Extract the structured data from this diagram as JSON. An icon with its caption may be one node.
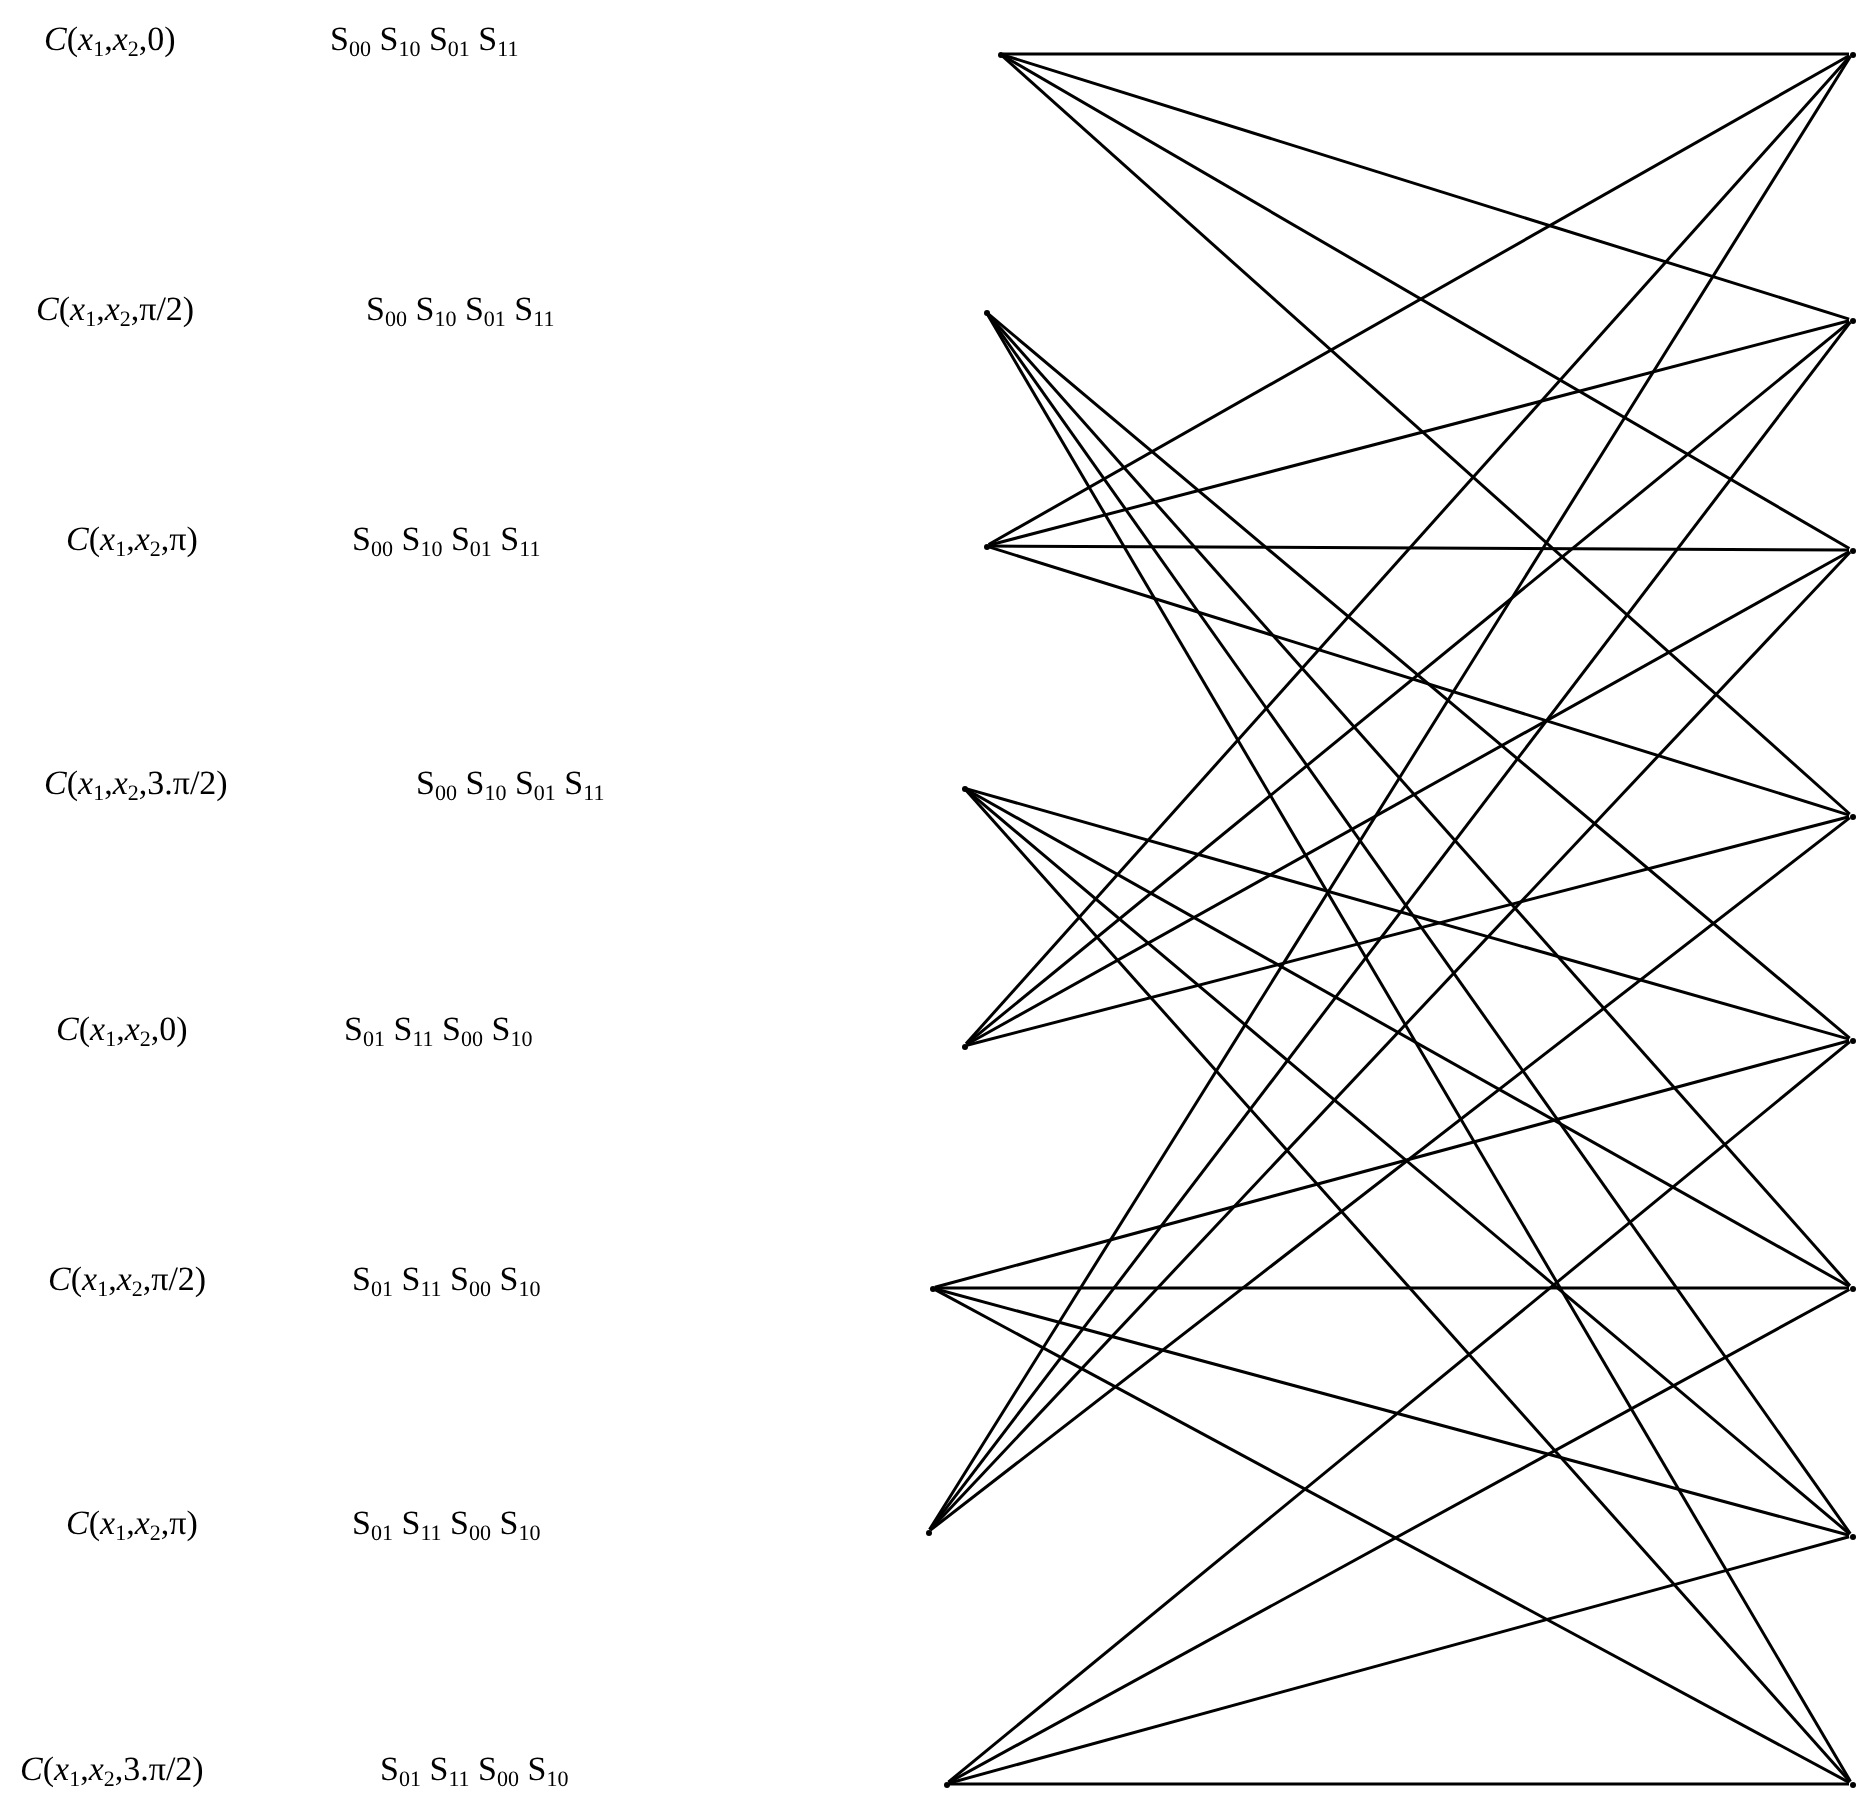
{
  "diagram": {
    "nodes": [
      {
        "text": [],
        "shape": "point"
      },
      {
        "text": [],
        "shape": "point"
      },
      {
        "text": [],
        "shape": "point"
      },
      {
        "text": [],
        "shape": "point"
      },
      {
        "text": [],
        "shape": "point"
      },
      {
        "text": [],
        "shape": "point"
      },
      {
        "text": [],
        "shape": "point"
      },
      {
        "text": [],
        "shape": "point"
      },
      {
        "text": [],
        "shape": "point"
      },
      {
        "text": [],
        "shape": "point"
      },
      {
        "text": [],
        "shape": "point"
      },
      {
        "text": [],
        "shape": "point"
      },
      {
        "text": [],
        "shape": "point"
      },
      {
        "text": [],
        "shape": "point"
      },
      {
        "text": [],
        "shape": "point"
      },
      {
        "text": [],
        "shape": "point"
      }
    ],
    "edges": [
      {
        "from": 0,
        "to": 8,
        "arrow": "none"
      },
      {
        "from": 0,
        "to": 9,
        "arrow": "none"
      },
      {
        "from": 0,
        "to": 10,
        "arrow": "none"
      },
      {
        "from": 0,
        "to": 11,
        "arrow": "none"
      },
      {
        "from": 1,
        "to": 12,
        "arrow": "none"
      },
      {
        "from": 1,
        "to": 13,
        "arrow": "none"
      },
      {
        "from": 1,
        "to": 14,
        "arrow": "none"
      },
      {
        "from": 1,
        "to": 15,
        "arrow": "none"
      },
      {
        "from": 2,
        "to": 8,
        "arrow": "none"
      },
      {
        "from": 2,
        "to": 9,
        "arrow": "none"
      },
      {
        "from": 2,
        "to": 10,
        "arrow": "none"
      },
      {
        "from": 2,
        "to": 11,
        "arrow": "none"
      },
      {
        "from": 3,
        "to": 12,
        "arrow": "none"
      },
      {
        "from": 3,
        "to": 13,
        "arrow": "none"
      },
      {
        "from": 3,
        "to": 14,
        "arrow": "none"
      },
      {
        "from": 3,
        "to": 15,
        "arrow": "none"
      },
      {
        "from": 4,
        "to": 8,
        "arrow": "none"
      },
      {
        "from": 4,
        "to": 9,
        "arrow": "none"
      },
      {
        "from": 4,
        "to": 10,
        "arrow": "none"
      },
      {
        "from": 4,
        "to": 11,
        "arrow": "none"
      },
      {
        "from": 5,
        "to": 12,
        "arrow": "none"
      },
      {
        "from": 5,
        "to": 13,
        "arrow": "none"
      },
      {
        "from": 5,
        "to": 14,
        "arrow": "none"
      },
      {
        "from": 5,
        "to": 15,
        "arrow": "none"
      },
      {
        "from": 6,
        "to": 8,
        "arrow": "none"
      },
      {
        "from": 6,
        "to": 9,
        "arrow": "none"
      },
      {
        "from": 6,
        "to": 10,
        "arrow": "none"
      },
      {
        "from": 6,
        "to": 11,
        "arrow": "none"
      },
      {
        "from": 7,
        "to": 12,
        "arrow": "none"
      },
      {
        "from": 7,
        "to": 13,
        "arrow": "none"
      },
      {
        "from": 7,
        "to": 14,
        "arrow": "none"
      },
      {
        "from": 7,
        "to": 15,
        "arrow": "none"
      }
    ],
    "labels": [
      "*C*(*x*$_{1}$,*x*$_{2}$,0)",
      "S$_{00}$ S$_{10}$ S$_{01}$ S$_{11}$",
      "*C*(*x*$_{1}$,*x*$_{2}$,π/2)",
      "S$_{00}$ S$_{10}$ S$_{01}$ S$_{11}$",
      "*C*(*x*$_{1}$,*x*$_{2}$,π)",
      "S$_{00}$ S$_{10}$ S$_{01}$ S$_{11}$",
      "*C*(*x*$_{1}$,*x*$_{2}$,3.π/2)",
      "S$_{00}$ S$_{10}$ S$_{01}$ S$_{11}$",
      "*C*(*x*$_{1}$,*x*$_{2}$,0)",
      "S$_{01}$ S$_{11}$ S$_{00}$ S$_{10}$",
      "*C*(*x*$_{1}$,*x*$_{2}$,π/2)",
      "S$_{01}$ S$_{11}$ S$_{00}$ S$_{10}$",
      "*C*(*x*$_{1}$,*x*$_{2}$,π)",
      "S$_{01}$ S$_{11}$ S$_{00}$ S$_{10}$",
      "*C*(*x*$_{1}$,*x*$_{2}$,3.π/2)",
      "S$_{01}$ S$_{11}$ S$_{00}$ S$_{10}$"
    ]
  }
}
